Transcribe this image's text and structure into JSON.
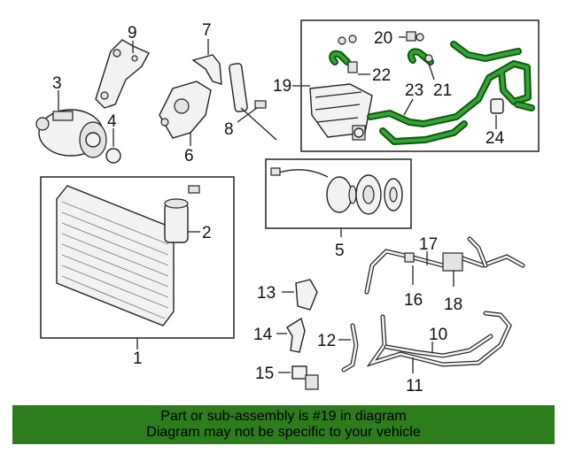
{
  "callouts": {
    "c1": "1",
    "c2": "2",
    "c3": "3",
    "c4": "4",
    "c5": "5",
    "c6": "6",
    "c7": "7",
    "c8": "8",
    "c9": "9",
    "c10": "10",
    "c11": "11",
    "c12": "12",
    "c13": "13",
    "c14": "14",
    "c15": "15",
    "c16": "16",
    "c17": "17",
    "c18": "18",
    "c19": "19",
    "c20": "20",
    "c21": "21",
    "c22": "22",
    "c23": "23",
    "c24": "24"
  },
  "highlight": {
    "part": "19",
    "color": "#2e7d1d"
  },
  "banner": {
    "line1": "Part or sub-assembly is #19 in diagram",
    "line2": "Diagram may not be specific to your vehicle"
  }
}
